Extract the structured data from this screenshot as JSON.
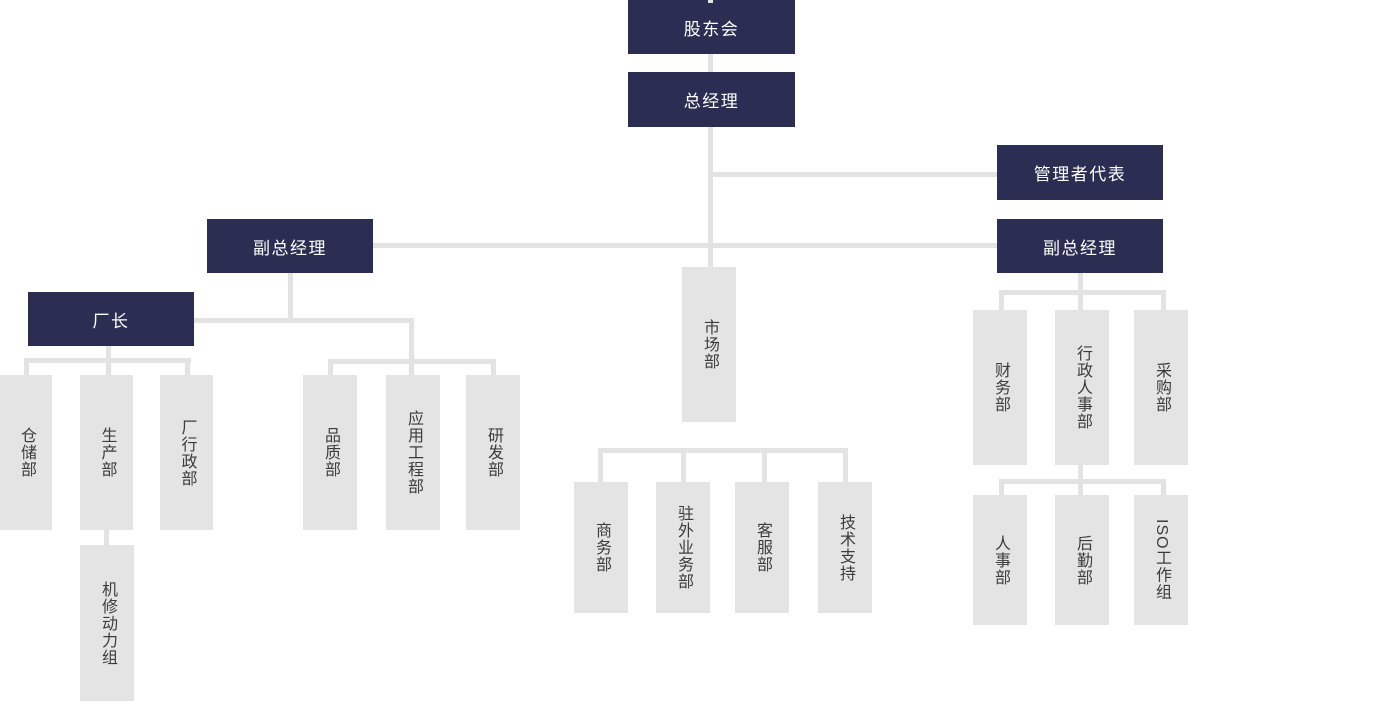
{
  "diagram": {
    "type": "org-chart",
    "language": "zh-CN"
  },
  "colors": {
    "executive_box": "#2b2e52",
    "executive_text": "#ffffff",
    "department_box": "#e4e4e4",
    "department_text": "#3c3c3c",
    "connector": "#e3e3e3",
    "background": "#ffffff"
  },
  "nodes": {
    "shareholders": {
      "label": "股东会"
    },
    "general_manager": {
      "label": "总经理"
    },
    "management_rep": {
      "label": "管理者代表"
    },
    "deputy_gm_left": {
      "label": "副总经理"
    },
    "deputy_gm_right": {
      "label": "副总经理"
    },
    "factory_director": {
      "label": "厂长"
    },
    "warehouse": {
      "label": "仓储部"
    },
    "production": {
      "label": "生产部"
    },
    "factory_admin": {
      "label": "厂行政部"
    },
    "machine_repair_group": {
      "label": "机修动力组"
    },
    "quality": {
      "label": "品质部"
    },
    "application_engineering": {
      "label": "应用工程部"
    },
    "rnd": {
      "label": "研发部"
    },
    "marketing": {
      "label": "市场部"
    },
    "business": {
      "label": "商务部"
    },
    "overseas_business": {
      "label": "驻外业务部"
    },
    "customer_service": {
      "label": "客服部"
    },
    "tech_support": {
      "label": "技术支持"
    },
    "finance": {
      "label": "财务部"
    },
    "admin_hr": {
      "label": "行政人事部"
    },
    "purchasing": {
      "label": "采购部"
    },
    "hr": {
      "label": "人事部"
    },
    "logistics": {
      "label": "后勤部"
    },
    "iso_group": {
      "label": "ISO工作组"
    }
  },
  "edges": [
    [
      "shareholders",
      "general_manager"
    ],
    [
      "general_manager",
      "management_rep"
    ],
    [
      "general_manager",
      "deputy_gm_left"
    ],
    [
      "general_manager",
      "deputy_gm_right"
    ],
    [
      "general_manager",
      "marketing"
    ],
    [
      "deputy_gm_left",
      "factory_director"
    ],
    [
      "deputy_gm_left",
      "quality"
    ],
    [
      "deputy_gm_left",
      "application_engineering"
    ],
    [
      "deputy_gm_left",
      "rnd"
    ],
    [
      "factory_director",
      "warehouse"
    ],
    [
      "factory_director",
      "production"
    ],
    [
      "factory_director",
      "factory_admin"
    ],
    [
      "production",
      "machine_repair_group"
    ],
    [
      "marketing",
      "business"
    ],
    [
      "marketing",
      "overseas_business"
    ],
    [
      "marketing",
      "customer_service"
    ],
    [
      "marketing",
      "tech_support"
    ],
    [
      "deputy_gm_right",
      "finance"
    ],
    [
      "deputy_gm_right",
      "admin_hr"
    ],
    [
      "deputy_gm_right",
      "purchasing"
    ],
    [
      "admin_hr",
      "hr"
    ],
    [
      "admin_hr",
      "logistics"
    ],
    [
      "admin_hr",
      "iso_group"
    ]
  ]
}
